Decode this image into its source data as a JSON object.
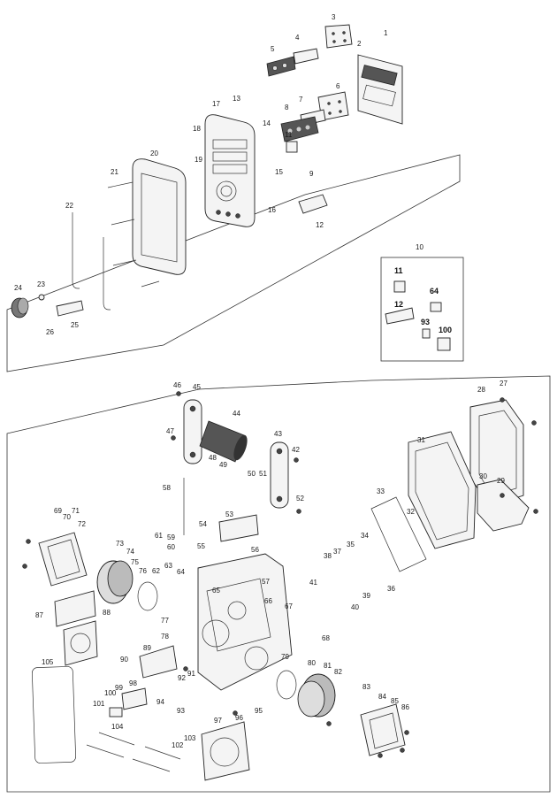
{
  "part_labels": {
    "p1": "1",
    "p2": "2",
    "p3": "3",
    "p4": "4",
    "p5": "5",
    "p6": "6",
    "p7": "7",
    "p8": "8",
    "p9": "9",
    "p10": "10",
    "p11": "11",
    "p12": "12",
    "p13": "13",
    "p14": "14",
    "p15": "15",
    "p16": "16",
    "p17": "17",
    "p18": "18",
    "p19": "19",
    "p20": "20",
    "p21": "21",
    "p22": "22",
    "p23": "23",
    "p24": "24",
    "p25": "25",
    "p26": "26",
    "p27": "27",
    "p28": "28",
    "p29": "29",
    "p30": "30",
    "p31": "31",
    "p32": "32",
    "p33": "33",
    "p34": "34",
    "p35": "35",
    "p36": "36",
    "p37": "37",
    "p38": "38",
    "p39": "39",
    "p40": "40",
    "p41": "41",
    "p42": "42",
    "p43": "43",
    "p44": "44",
    "p45": "45",
    "p46": "46",
    "p47": "47",
    "p48": "48",
    "p49": "49",
    "p50": "50",
    "p51": "51",
    "p52": "52",
    "p53": "53",
    "p54": "54",
    "p55": "55",
    "p56": "56",
    "p57": "57",
    "p58": "58",
    "p59": "59",
    "p60": "60",
    "p61": "61",
    "p62": "62",
    "p63": "63",
    "p64": "64",
    "p65": "65",
    "p66": "66",
    "p67": "67",
    "p68": "68",
    "p69": "69",
    "p70": "70",
    "p71": "71",
    "p72": "72",
    "p73": "73",
    "p74": "74",
    "p75": "75",
    "p76": "76",
    "p77": "77",
    "p78": "78",
    "p79": "79",
    "p80": "80",
    "p81": "81",
    "p82": "82",
    "p83": "83",
    "p84": "84",
    "p85": "85",
    "p86": "86",
    "p87": "87",
    "p88": "88",
    "p89": "89",
    "p90": "90",
    "p91": "91",
    "p92": "92",
    "p93": "93",
    "p94": "94",
    "p95": "95",
    "p96": "96",
    "p97": "97",
    "p98": "98",
    "p99": "99",
    "p100": "100",
    "p101": "101",
    "p102": "102",
    "p103": "103",
    "p104": "104",
    "p105": "105"
  },
  "kit_labels": {
    "k11": "11",
    "k12": "12",
    "k64": "64",
    "k93": "93",
    "k100": "100"
  }
}
